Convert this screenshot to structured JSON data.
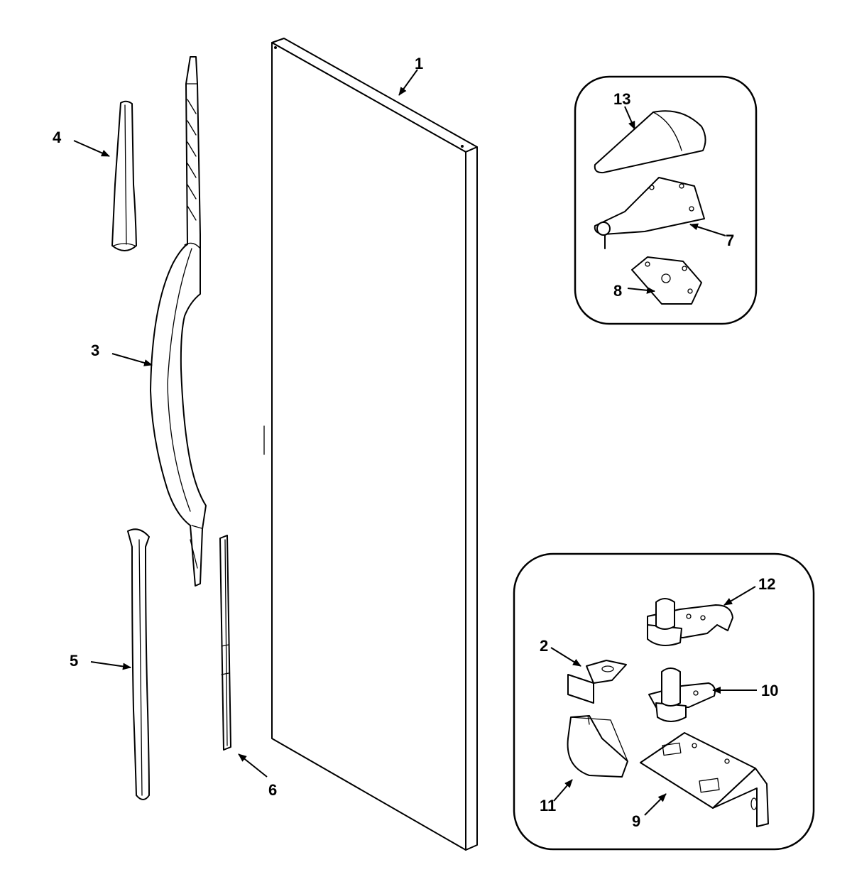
{
  "labels": {
    "door": "1",
    "hinge_shim": "2",
    "handle": "3",
    "handle_trim_top": "4",
    "handle_trim_bottom": "5",
    "door_strip": "6",
    "top_hinge": "7",
    "top_hinge_shim": "8",
    "bottom_hinge_bracket": "9",
    "bottom_hinge_pin_a": "10",
    "hinge_cover_bottom": "11",
    "bottom_hinge_pin_b": "12",
    "hinge_cover_top": "13"
  }
}
